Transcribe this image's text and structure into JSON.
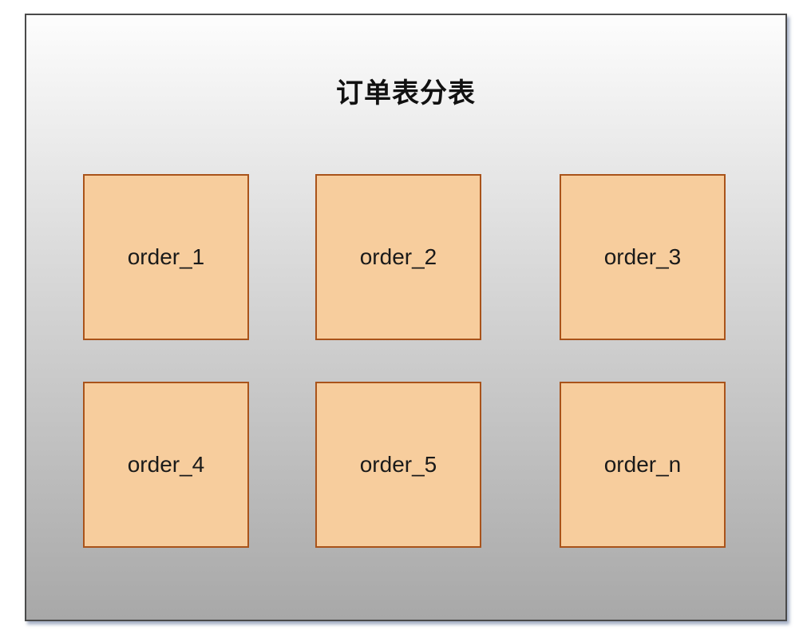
{
  "diagram": {
    "title": "订单表分表",
    "tables": [
      {
        "label": "order_1"
      },
      {
        "label": "order_2"
      },
      {
        "label": "order_3"
      },
      {
        "label": "order_4"
      },
      {
        "label": "order_5"
      },
      {
        "label": "order_n"
      }
    ],
    "colors": {
      "table_fill": "#f7cd9d",
      "table_border": "#a9531a",
      "container_border": "#4a4a4a"
    }
  }
}
